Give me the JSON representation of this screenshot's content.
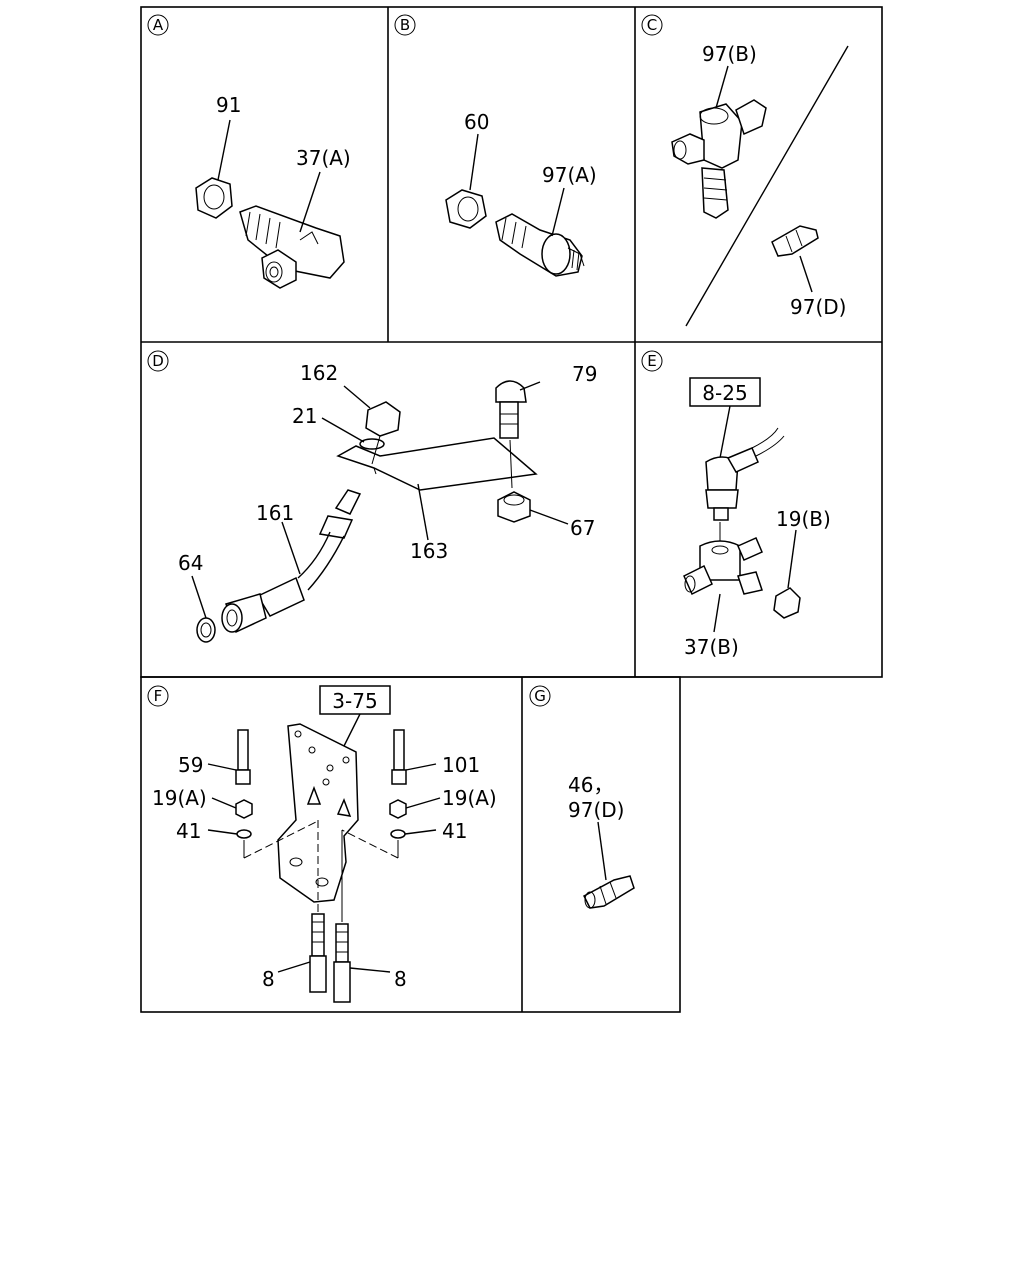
{
  "panels": {
    "A": {
      "marker": "A",
      "labels": [
        "91",
        "37(A)"
      ]
    },
    "B": {
      "marker": "B",
      "labels": [
        "60",
        "97(A)"
      ]
    },
    "C": {
      "marker": "C",
      "labels": [
        "97(B)",
        "97(D)"
      ]
    },
    "D": {
      "marker": "D",
      "labels": [
        "162",
        "79",
        "21",
        "161",
        "163",
        "67",
        "64"
      ]
    },
    "E": {
      "marker": "E",
      "ref": "8-25",
      "labels": [
        "19(B)",
        "37(B)"
      ]
    },
    "F": {
      "marker": "F",
      "ref": "3-75",
      "labels": [
        "59",
        "101",
        "19(A)",
        "19(A)",
        "41",
        "41",
        "8",
        "8"
      ]
    },
    "G": {
      "marker": "G",
      "labels": [
        "46，",
        "97(D)"
      ]
    }
  }
}
